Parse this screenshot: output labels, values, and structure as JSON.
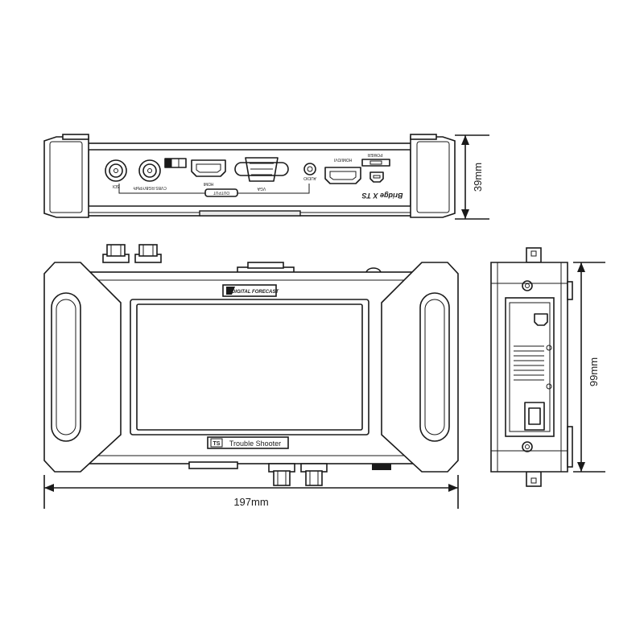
{
  "dimensions": {
    "width": "197mm",
    "height": "39mm",
    "depth": "99mm"
  },
  "front_panel": {
    "brand_label": "DIGITAL FORECAST",
    "product_label": "Trouble Shooter",
    "product_badge": "TS"
  },
  "top_panel": {
    "port_labels": [
      "SDI",
      "CVBS RGB/YPbPr",
      "HDMI",
      "VGA",
      "AUDIO",
      "HDMI/DVI",
      "POWER",
      "OUTPUT"
    ],
    "logo_text": "Bridge X TS"
  }
}
